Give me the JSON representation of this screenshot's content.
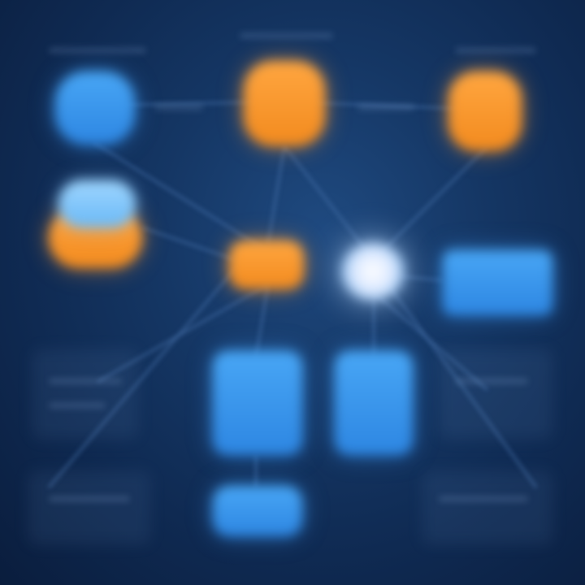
{
  "diagram": {
    "background": "#12305c",
    "colors": {
      "orange": "#f7931e",
      "blue": "#3a96ec",
      "light_blue": "#7cc4f8",
      "white_glow": "#eef4ff",
      "wire": "#4d79b3"
    },
    "nodes": [
      {
        "id": "top-left-cylinder",
        "shape": "cylinder",
        "color": "blue"
      },
      {
        "id": "top-center-cylinder",
        "shape": "cylinder",
        "color": "orange"
      },
      {
        "id": "top-right-cylinder",
        "shape": "cylinder",
        "color": "orange"
      },
      {
        "id": "left-stacked-cylinder",
        "shape": "stacked-cylinder",
        "color": "orange+light_blue"
      },
      {
        "id": "center-rect",
        "shape": "rounded-rect",
        "color": "orange"
      },
      {
        "id": "center-glow",
        "shape": "circle",
        "color": "white_glow"
      },
      {
        "id": "right-rect",
        "shape": "rounded-rect",
        "color": "blue"
      },
      {
        "id": "bottom-center-left-box",
        "shape": "rounded-rect",
        "color": "blue"
      },
      {
        "id": "bottom-center-right-box",
        "shape": "rounded-rect",
        "color": "blue"
      },
      {
        "id": "bottom-box",
        "shape": "rounded-rect",
        "color": "blue"
      }
    ]
  }
}
